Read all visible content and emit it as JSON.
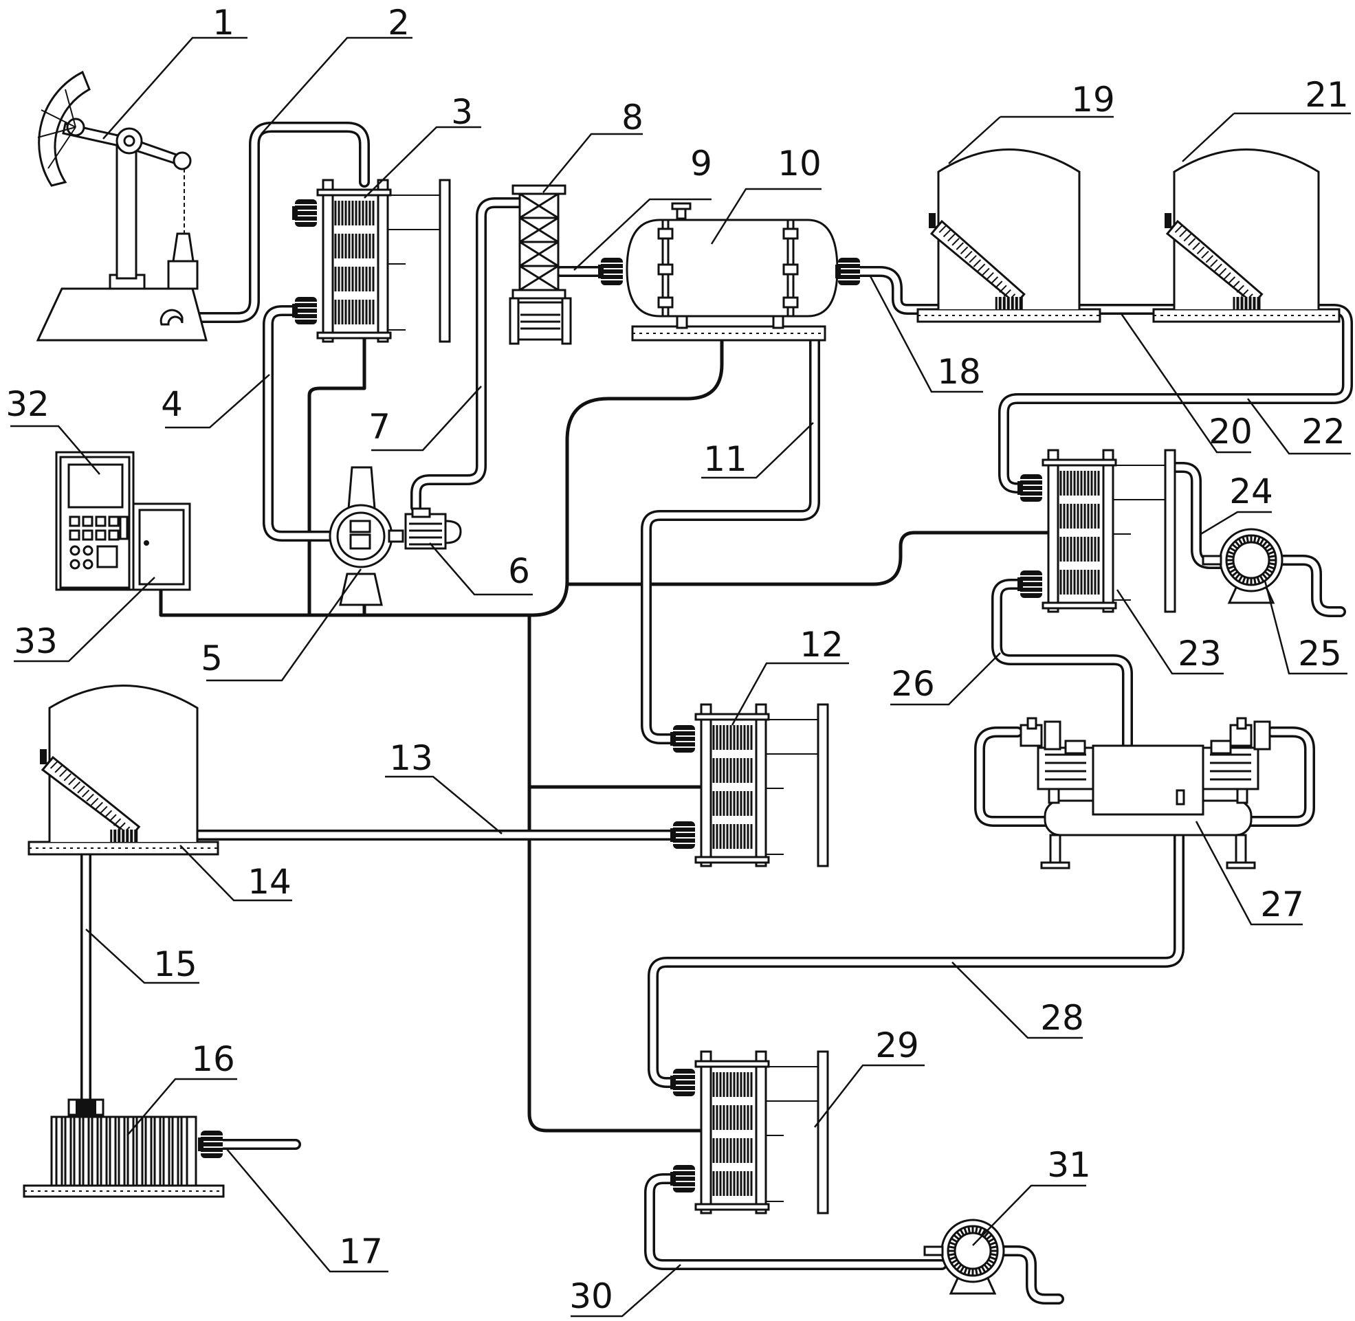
{
  "labels": [
    {
      "id": "1",
      "text": "1"
    },
    {
      "id": "2",
      "text": "2"
    },
    {
      "id": "3",
      "text": "3"
    },
    {
      "id": "4",
      "text": "4"
    },
    {
      "id": "5",
      "text": "5"
    },
    {
      "id": "6",
      "text": "6"
    },
    {
      "id": "7",
      "text": "7"
    },
    {
      "id": "8",
      "text": "8"
    },
    {
      "id": "9",
      "text": "9"
    },
    {
      "id": "10",
      "text": "10"
    },
    {
      "id": "11",
      "text": "11"
    },
    {
      "id": "12",
      "text": "12"
    },
    {
      "id": "13",
      "text": "13"
    },
    {
      "id": "14",
      "text": "14"
    },
    {
      "id": "15",
      "text": "15"
    },
    {
      "id": "16",
      "text": "16"
    },
    {
      "id": "17",
      "text": "17"
    },
    {
      "id": "18",
      "text": "18"
    },
    {
      "id": "19",
      "text": "19"
    },
    {
      "id": "20",
      "text": "20"
    },
    {
      "id": "21",
      "text": "21"
    },
    {
      "id": "22",
      "text": "22"
    },
    {
      "id": "23",
      "text": "23"
    },
    {
      "id": "24",
      "text": "24"
    },
    {
      "id": "25",
      "text": "25"
    },
    {
      "id": "26",
      "text": "26"
    },
    {
      "id": "27",
      "text": "27"
    },
    {
      "id": "28",
      "text": "28"
    },
    {
      "id": "29",
      "text": "29"
    },
    {
      "id": "30",
      "text": "30"
    },
    {
      "id": "31",
      "text": "31"
    },
    {
      "id": "32",
      "text": "32"
    },
    {
      "id": "33",
      "text": "33"
    }
  ],
  "colors": {
    "line": "#111111",
    "background": "#ffffff"
  }
}
